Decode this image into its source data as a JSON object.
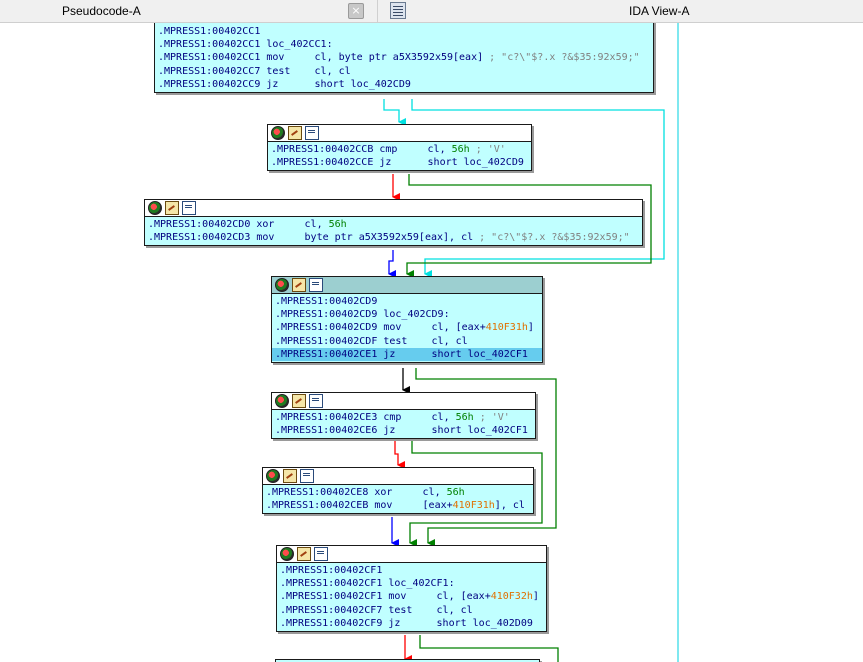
{
  "tabs": {
    "left_title": "Pseudocode-A",
    "close_glyph": "×",
    "right_title": "IDA View-A"
  },
  "nodes": [
    {
      "id": "n0",
      "lines": [
        [
          {
            "t": ".MPRESS1:00402CC1",
            "c": "addr"
          }
        ],
        [
          {
            "t": ".MPRESS1:00402CC1 loc_402CC1:",
            "c": "addr"
          }
        ],
        [
          {
            "t": ".MPRESS1:00402CC1 mov     cl, byte ptr a5X3592x59[eax] ",
            "c": "addr"
          },
          {
            "t": "; \"c?\\\"$?.x ?&$35:92x59;\"",
            "c": "cmt"
          }
        ],
        [
          {
            "t": ".MPRESS1:00402CC7 test    cl, cl",
            "c": "addr"
          }
        ],
        [
          {
            "t": ".MPRESS1:00402CC9 jz      short loc_402CD9",
            "c": "addr"
          }
        ]
      ]
    },
    {
      "id": "n1",
      "lines": [
        [
          {
            "t": ".MPRESS1:00402CCB cmp     cl, ",
            "c": "addr"
          },
          {
            "t": "56h",
            "c": "num"
          },
          {
            "t": " ; 'V'",
            "c": "cmt"
          }
        ],
        [
          {
            "t": ".MPRESS1:00402CCE jz      short loc_402CD9",
            "c": "addr"
          }
        ]
      ]
    },
    {
      "id": "n2",
      "lines": [
        [
          {
            "t": ".MPRESS1:00402CD0 xor     cl, ",
            "c": "addr"
          },
          {
            "t": "56h",
            "c": "num"
          }
        ],
        [
          {
            "t": ".MPRESS1:00402CD3 mov     byte ptr a5X3592x59[eax], cl ",
            "c": "addr"
          },
          {
            "t": "; \"c?\\\"$?.x ?&$35:92x59;\"",
            "c": "cmt"
          }
        ]
      ]
    },
    {
      "id": "n3",
      "lines": [
        [
          {
            "t": ".MPRESS1:00402CD9",
            "c": "addr"
          }
        ],
        [
          {
            "t": ".MPRESS1:00402CD9 loc_402CD9:",
            "c": "addr"
          }
        ],
        [
          {
            "t": ".MPRESS1:00402CD9 mov     cl, [eax+",
            "c": "addr"
          },
          {
            "t": "410F31h",
            "c": "orange"
          },
          {
            "t": "]",
            "c": "addr"
          }
        ],
        [
          {
            "t": ".MPRESS1:00402CDF test    cl, cl",
            "c": "addr"
          }
        ],
        [
          {
            "t": ".MPRESS1:00402CE1 jz      short loc_402CF1",
            "c": "addr",
            "hl": true
          }
        ]
      ]
    },
    {
      "id": "n4",
      "lines": [
        [
          {
            "t": ".MPRESS1:00402CE3 cmp     cl, ",
            "c": "addr"
          },
          {
            "t": "56h",
            "c": "num"
          },
          {
            "t": " ; 'V'",
            "c": "cmt"
          }
        ],
        [
          {
            "t": ".MPRESS1:00402CE6 jz      short loc_402CF1",
            "c": "addr"
          }
        ]
      ]
    },
    {
      "id": "n5",
      "lines": [
        [
          {
            "t": ".MPRESS1:00402CE8 xor     cl, ",
            "c": "addr"
          },
          {
            "t": "56h",
            "c": "num"
          }
        ],
        [
          {
            "t": ".MPRESS1:00402CEB mov     [eax+",
            "c": "addr"
          },
          {
            "t": "410F31h",
            "c": "orange"
          },
          {
            "t": "], cl",
            "c": "addr"
          }
        ]
      ]
    },
    {
      "id": "n6",
      "lines": [
        [
          {
            "t": ".MPRESS1:00402CF1",
            "c": "addr"
          }
        ],
        [
          {
            "t": ".MPRESS1:00402CF1 loc_402CF1:",
            "c": "addr"
          }
        ],
        [
          {
            "t": ".MPRESS1:00402CF1 mov     cl, [eax+",
            "c": "addr"
          },
          {
            "t": "410F32h",
            "c": "orange"
          },
          {
            "t": "]",
            "c": "addr"
          }
        ],
        [
          {
            "t": ".MPRESS1:00402CF7 test    cl, cl",
            "c": "addr"
          }
        ],
        [
          {
            "t": ".MPRESS1:00402CF9 jz      short loc_402D09",
            "c": "addr"
          }
        ]
      ]
    }
  ],
  "colors": {
    "node_bg": "#c0ffff",
    "edge_true": "#008000",
    "edge_false": "#ff0000",
    "edge_normal": "#0000ff",
    "edge_back": "#00e0e0",
    "highlight": "#66ccee"
  }
}
